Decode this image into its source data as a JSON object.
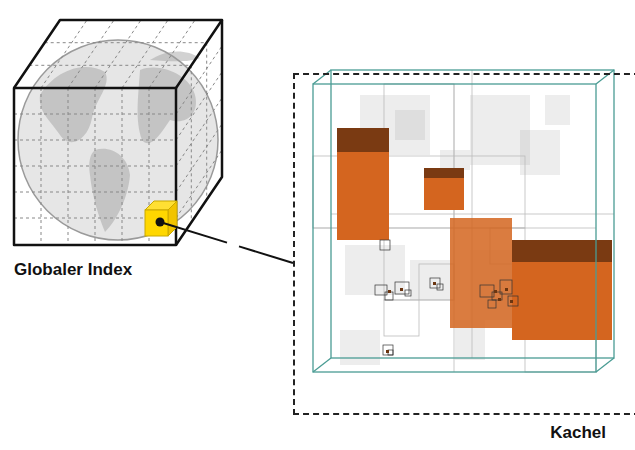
{
  "diagram": {
    "nodes": [
      {
        "text": [
          "Globaler Index"
        ]
      },
      {
        "text": [
          "Kachel"
        ]
      }
    ],
    "edges": [
      {
        "from": 0,
        "to": 1,
        "arrow": "none"
      }
    ]
  }
}
